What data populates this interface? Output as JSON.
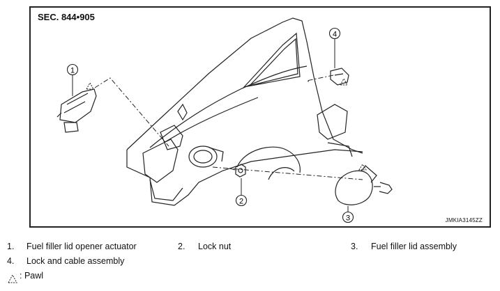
{
  "diagram": {
    "section_label": "SEC. 844•905",
    "image_code": "JMKIA3145ZZ",
    "callouts": [
      "1",
      "2",
      "3",
      "4"
    ]
  },
  "legend": {
    "items": [
      {
        "number": "1.",
        "label": "Fuel filler lid opener actuator"
      },
      {
        "number": "2.",
        "label": "Lock nut"
      },
      {
        "number": "3.",
        "label": "Fuel filler lid assembly"
      },
      {
        "number": "4.",
        "label": "Lock and cable assembly"
      }
    ],
    "symbol_note": ": Pawl"
  }
}
